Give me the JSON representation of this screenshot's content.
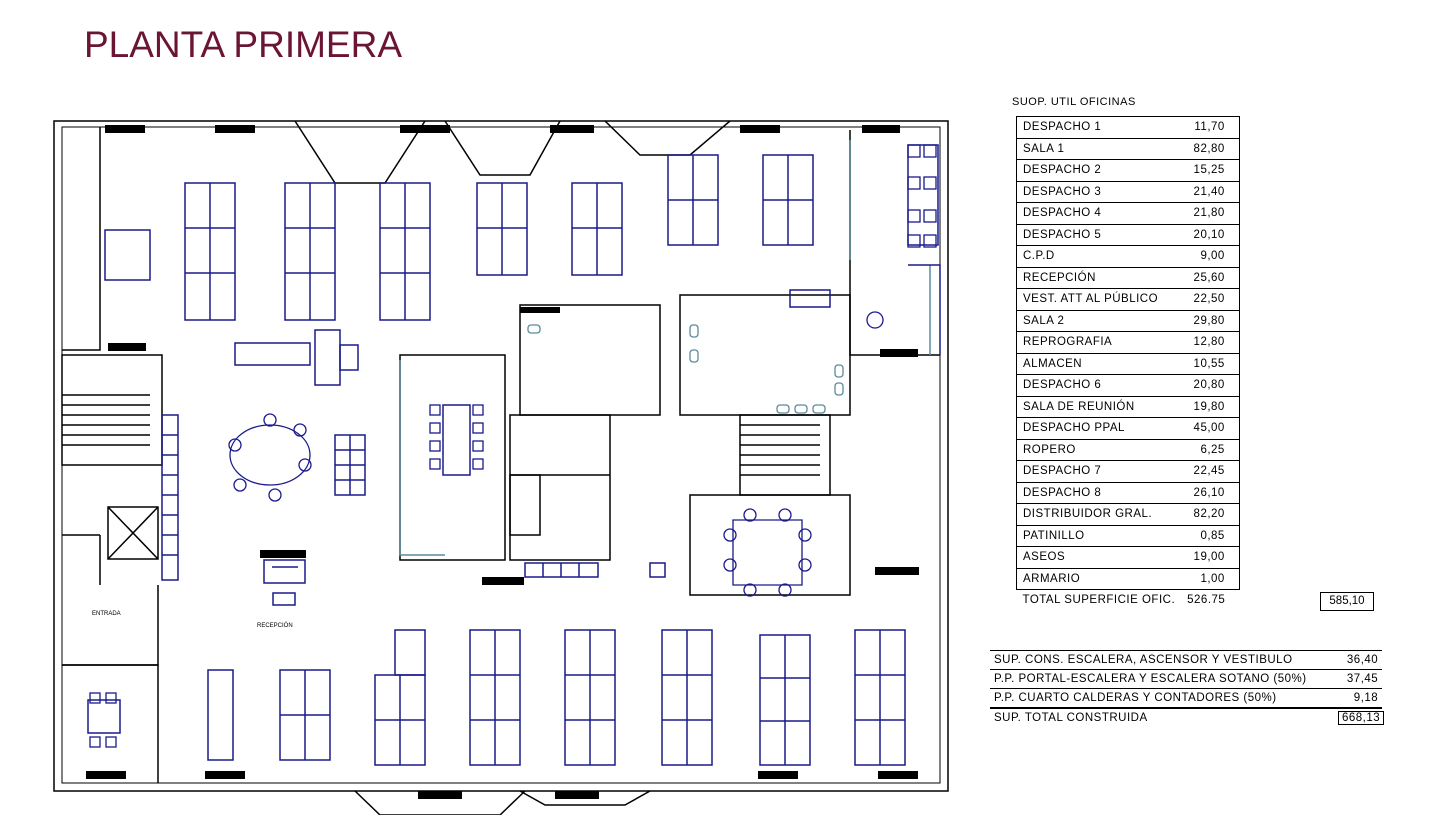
{
  "title": "PLANTA PRIMERA",
  "plan_labels": {
    "entrada": "ENTRADA",
    "recepcion": "RECEPCIÓN"
  },
  "rooms_table": {
    "caption": "SUOP. UTIL OFICINAS",
    "rows": [
      {
        "name": "DESPACHO 1",
        "value": "11,70"
      },
      {
        "name": "SALA 1",
        "value": "82,80"
      },
      {
        "name": "DESPACHO 2",
        "value": "15,25"
      },
      {
        "name": "DESPACHO 3",
        "value": "21,40"
      },
      {
        "name": "DESPACHO 4",
        "value": "21,80"
      },
      {
        "name": "DESPACHO 5",
        "value": "20,10"
      },
      {
        "name": "C.P.D",
        "value": "9,00"
      },
      {
        "name": "RECEPCIÓN",
        "value": "25,60"
      },
      {
        "name": "VEST. ATT AL PÚBLICO",
        "value": "22,50"
      },
      {
        "name": "SALA 2",
        "value": "29,80"
      },
      {
        "name": "REPROGRAFIA",
        "value": "12,80"
      },
      {
        "name": "ALMACEN",
        "value": "10,55"
      },
      {
        "name": "DESPACHO 6",
        "value": "20,80"
      },
      {
        "name": "SALA DE REUNIÓN",
        "value": "19,80"
      },
      {
        "name": "DESPACHO PPAL",
        "value": "45,00"
      },
      {
        "name": "ROPERO",
        "value": "6,25"
      },
      {
        "name": "DESPACHO 7",
        "value": "22,45"
      },
      {
        "name": "DESPACHO 8",
        "value": "26,10"
      },
      {
        "name": "DISTRIBUIDOR GRAL.",
        "value": "82,20"
      },
      {
        "name": "PATINILLO",
        "value": "0,85"
      },
      {
        "name": "ASEOS",
        "value": "19,00"
      },
      {
        "name": "ARMARIO",
        "value": "1,00"
      }
    ],
    "total_label": "TOTAL SUPERFICIE OFIC.",
    "total_value": "526.75",
    "total_box": "585,10"
  },
  "construction_table": {
    "rows": [
      {
        "name": "SUP. CONS. ESCALERA, ASCENSOR Y VESTIBULO",
        "value": "36,40"
      },
      {
        "name": "P.P. PORTAL-ESCALERA Y ESCALERA SOTANO (50%)",
        "value": "37,45"
      },
      {
        "name": "P.P. CUARTO CALDERAS Y CONTADORES (50%)",
        "value": "9,18"
      }
    ],
    "total_label": "SUP. TOTAL CONSTRUIDA",
    "total_value": "668,13"
  },
  "colors": {
    "title": "#6b1535",
    "furniture": "#1a1a8c",
    "walls": "#000000",
    "glass": "#5a8a9a"
  }
}
